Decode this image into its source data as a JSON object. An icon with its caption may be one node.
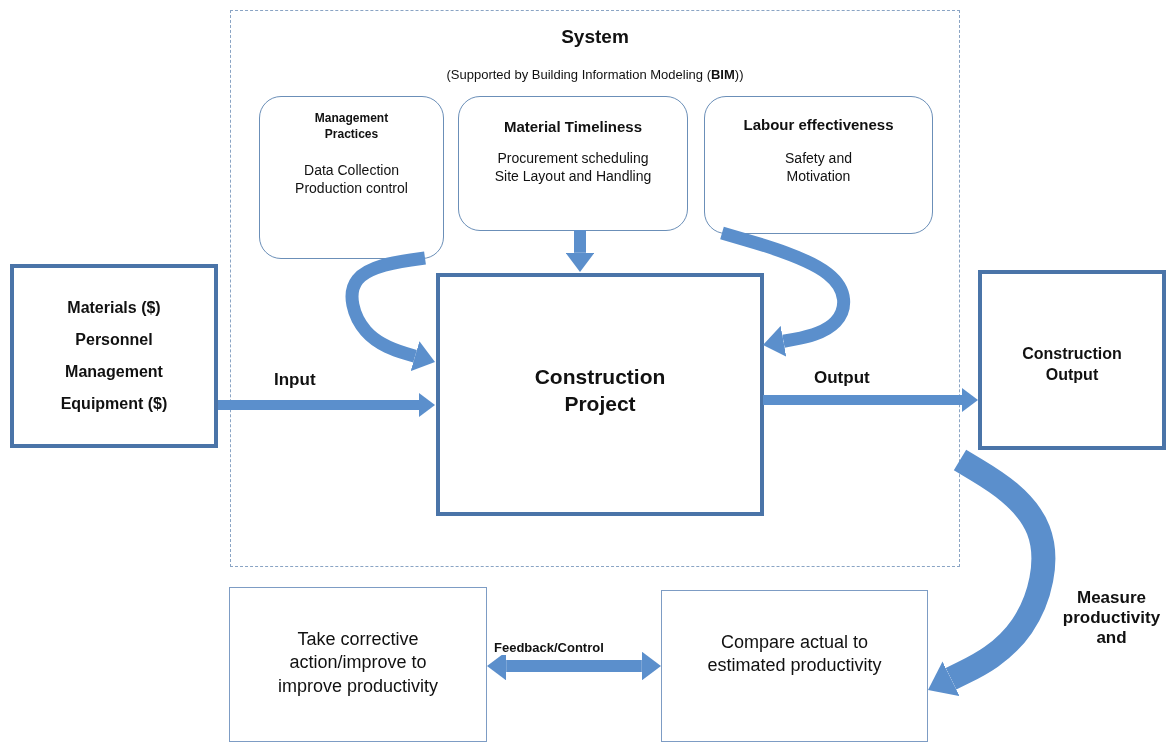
{
  "diagram": {
    "nodes": [
      {
        "text": [
          "System",
          "(Supported by Building Information Modeling (**BIM**))"
        ]
      },
      {
        "text": [
          "Management Practices",
          "Data Collection Production control"
        ],
        "in": 0
      },
      {
        "text": [
          "Material Timeliness",
          "Procurement scheduling Site Layout and Handling"
        ],
        "in": 0
      },
      {
        "text": [
          "Labour effectiveness",
          "Safety and Motivation"
        ],
        "in": 0
      },
      {
        "text": [
          "Construction Project"
        ],
        "in": 0
      },
      {
        "text": [
          "Materials ($)",
          "Personnel",
          "Management",
          "Equipment ($)"
        ]
      },
      {
        "text": [
          "Construction Output"
        ]
      },
      {
        "text": [
          "Take corrective action/improve to improve productivity"
        ]
      },
      {
        "text": [
          "Compare actual to estimated productivity"
        ]
      }
    ],
    "edges": [
      {
        "from": 1,
        "to": 4,
        "arrow": "to"
      },
      {
        "from": 2,
        "to": 4,
        "arrow": "to"
      },
      {
        "from": 3,
        "to": 4,
        "arrow": "to"
      },
      {
        "from": 5,
        "to": 4,
        "label": "Input",
        "arrow": "to"
      },
      {
        "from": 4,
        "to": 6,
        "label": "Output",
        "arrow": "to"
      },
      {
        "from": 0,
        "to": 8,
        "label": "Measure productivity and",
        "arrow": "to",
        "style": "thick"
      },
      {
        "from": 7,
        "to": 8,
        "label": "Feedback/Control",
        "arrow": "both"
      }
    ]
  }
}
